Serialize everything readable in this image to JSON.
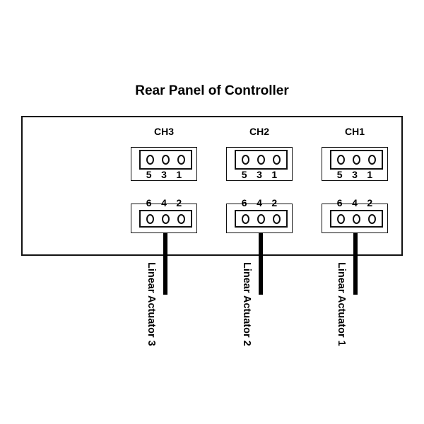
{
  "title": "Rear Panel of Controller",
  "channels": [
    {
      "label": "CH3",
      "top_connector": {
        "pin_labels": [
          "5",
          "3",
          "1"
        ]
      },
      "bottom_connector": {
        "pin_labels": [
          "6",
          "4",
          "2"
        ]
      },
      "cable_label": "Linear Actuator 3"
    },
    {
      "label": "CH2",
      "top_connector": {
        "pin_labels": [
          "5",
          "3",
          "1"
        ]
      },
      "bottom_connector": {
        "pin_labels": [
          "6",
          "4",
          "2"
        ]
      },
      "cable_label": "Linear Actuator 2"
    },
    {
      "label": "CH1",
      "top_connector": {
        "pin_labels": [
          "5",
          "3",
          "1"
        ]
      },
      "bottom_connector": {
        "pin_labels": [
          "6",
          "4",
          "2"
        ]
      },
      "cable_label": "Linear Actuator 1"
    }
  ]
}
